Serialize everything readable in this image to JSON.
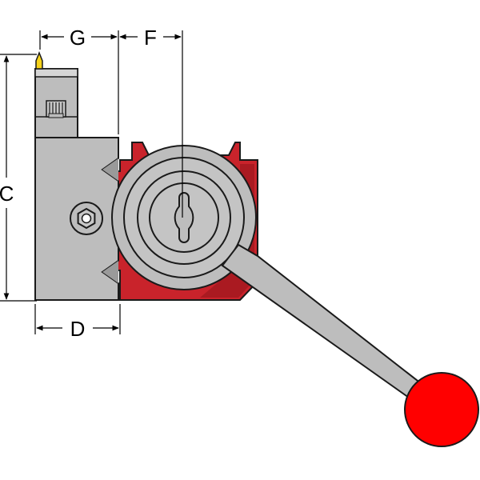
{
  "dimensions": {
    "g": "G",
    "f": "F",
    "c": "C",
    "d": "D"
  },
  "colors": {
    "body_red": "#c9232b",
    "red_shade": "#8f1419",
    "steel": "#bdbdbd",
    "steel_light": "#cfcfcf",
    "steel_dark": "#8c8c8c",
    "knob_red": "#ff0000",
    "insert_yellow": "#f5d21a",
    "outline": "#1a1a1a"
  },
  "icons": {
    "bolt": "hex-socket-screw-icon",
    "knurl": "knurled-adjuster-icon",
    "insert": "cutting-insert-icon"
  }
}
